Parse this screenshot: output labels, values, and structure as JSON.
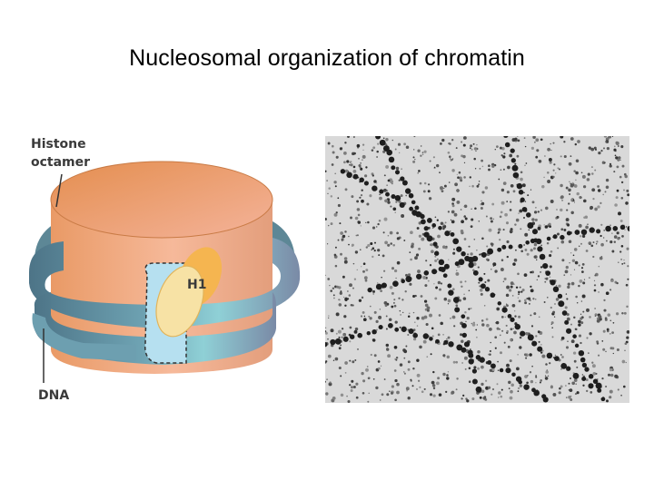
{
  "slide": {
    "title": "Nucleosomal organization of chromatin"
  },
  "diagram": {
    "label_histone_line1": "Histone",
    "label_histone_line2": "octamer",
    "label_h1": "H1",
    "label_dna": "DNA",
    "colors": {
      "histone_top": "#e8955a",
      "histone_side": "#f0a77a",
      "dna_dark": "#4f7a8e",
      "dna_light": "#8cc7cf",
      "h1_fill": "#f6e0a0",
      "h1_back": "#f5b955",
      "linker_fill": "#b7e0f0"
    }
  },
  "micrograph": {
    "description_icon": "electron-micrograph-image"
  }
}
